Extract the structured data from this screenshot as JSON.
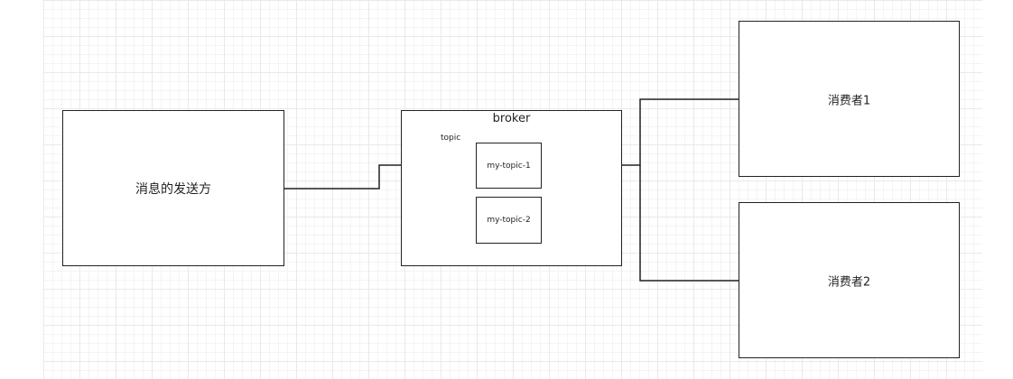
{
  "diagram": {
    "sender": {
      "label": "消息的发送方"
    },
    "broker": {
      "label": "broker",
      "topic_caption": "topic",
      "topics": [
        {
          "label": "my-topic-1"
        },
        {
          "label": "my-topic-2"
        }
      ]
    },
    "consumers": [
      {
        "label": "消费者1"
      },
      {
        "label": "消费者2"
      }
    ],
    "colors": {
      "stroke": "#222222",
      "grid_major": "#e9e9e9",
      "grid_minor": "#f4f4f4",
      "background": "#ffffff"
    }
  }
}
